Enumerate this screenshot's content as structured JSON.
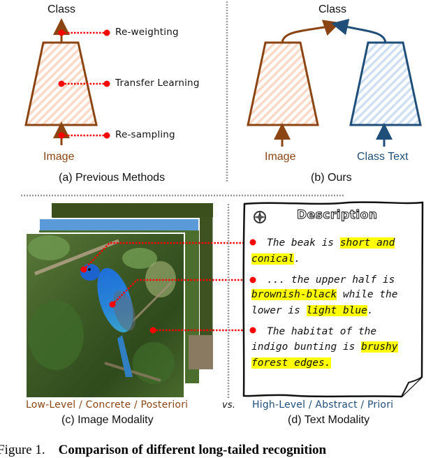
{
  "panel_a": {
    "top_label": "Class",
    "bottom_label": "Image",
    "annotations": [
      "Re-weighting",
      "Transfer Learning",
      "Re-sampling"
    ],
    "caption": "(a) Previous Methods"
  },
  "panel_b": {
    "top_label": "Class",
    "left_input": "Image",
    "right_input": "Class Text",
    "caption": "(b) Ours"
  },
  "panel_c": {
    "tagline": "Low-Level / Concrete / Posteriori",
    "caption": "(c) Image Modality",
    "image_subject": "indigo bunting bird on branch"
  },
  "vs_label": "vs.",
  "panel_d": {
    "title": "Description",
    "icon": "compass-icon",
    "entries": [
      {
        "lines": [
          [
            {
              "t": "The beak is ",
              "hl": false
            },
            {
              "t": "short and ",
              "hl": true
            }
          ],
          [
            {
              "t": "conical",
              "hl": true
            },
            {
              "t": ".",
              "hl": false
            }
          ]
        ]
      },
      {
        "lines": [
          [
            {
              "t": "... the upper half is",
              "hl": false
            }
          ],
          [
            {
              "t": "brownish-black",
              "hl": true
            },
            {
              "t": " while the",
              "hl": false
            }
          ],
          [
            {
              "t": "lower is ",
              "hl": false
            },
            {
              "t": "light blue",
              "hl": true
            },
            {
              "t": ".",
              "hl": false
            }
          ]
        ]
      },
      {
        "lines": [
          [
            {
              "t": "The habitat of the",
              "hl": false
            }
          ],
          [
            {
              "t": "indigo bunting is ",
              "hl": false
            },
            {
              "t": "brushy ",
              "hl": true
            }
          ],
          [
            {
              "t": "forest edges.",
              "hl": true
            }
          ]
        ]
      }
    ],
    "tagline": "High-Level / Abstract / Priori",
    "caption": "(d) Text Modality"
  },
  "figure_caption": {
    "prefix": "Figure 1.",
    "bold_text": "Comparison of different long-tailed recognition"
  },
  "colors": {
    "brown": "#8b4513",
    "blue": "#1f4e79",
    "red": "#ff0000",
    "highlight": "#ffff00",
    "divider": "#999999"
  }
}
